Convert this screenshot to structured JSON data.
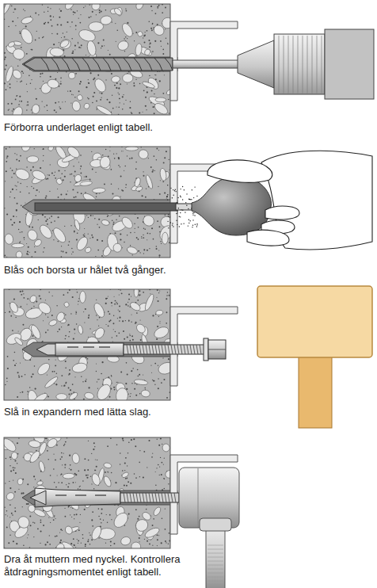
{
  "diagram": {
    "labels": [
      "Förborra underlaget enligt tabell.",
      "Blås och borsta ur hålet två gånger.",
      "Slå in expandern med lätta slag.",
      "Dra åt muttern med nyckel. Kontrollera åtdragningsmomentet enligt tabell."
    ]
  }
}
